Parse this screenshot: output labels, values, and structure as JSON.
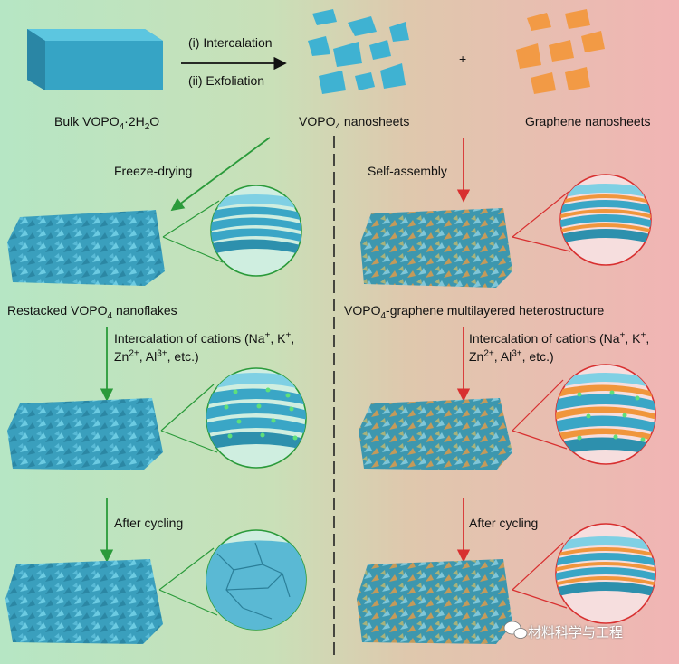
{
  "labels": {
    "top_step1": "(i) Intercalation",
    "top_step2": "(ii) Exfoliation",
    "plus": "+",
    "bulk": "Bulk VOPO",
    "bulk_sub4": "4",
    "bulk_mid": "·2H",
    "bulk_sub2": "2",
    "bulk_end": "O",
    "nanosheets": "VOPO",
    "nanosheets_sub": "4",
    "nanosheets_end": " nanosheets",
    "graphene": "Graphene nanosheets",
    "freeze": "Freeze-drying",
    "self_assembly": "Self-assembly",
    "restacked": "Restacked VOPO",
    "restacked_sub": "4",
    "restacked_end": " nanoflakes",
    "hetero": "VOPO",
    "hetero_sub": "4",
    "hetero_end": "-graphene multilayered heterostructure",
    "inter_a": "Intercalation of cations (Na",
    "inter_sup1": "+",
    "inter_b": ", K",
    "inter_sup2": "+",
    "inter_c": ",",
    "inter2_a": "Zn",
    "inter2_sup1": "2+",
    "inter2_b": ", Al",
    "inter2_sup2": "3+",
    "inter2_c": ", etc.)",
    "after_cycling_left": "After cycling",
    "after_cycling_right": "After cycling",
    "watermark": "材料科学与工程"
  },
  "colors": {
    "vopo4_blue": "#3fa7c4",
    "graphene_orange": "#f0963c",
    "green_arrow": "#2a9a3a",
    "red_arrow": "#d83030"
  }
}
